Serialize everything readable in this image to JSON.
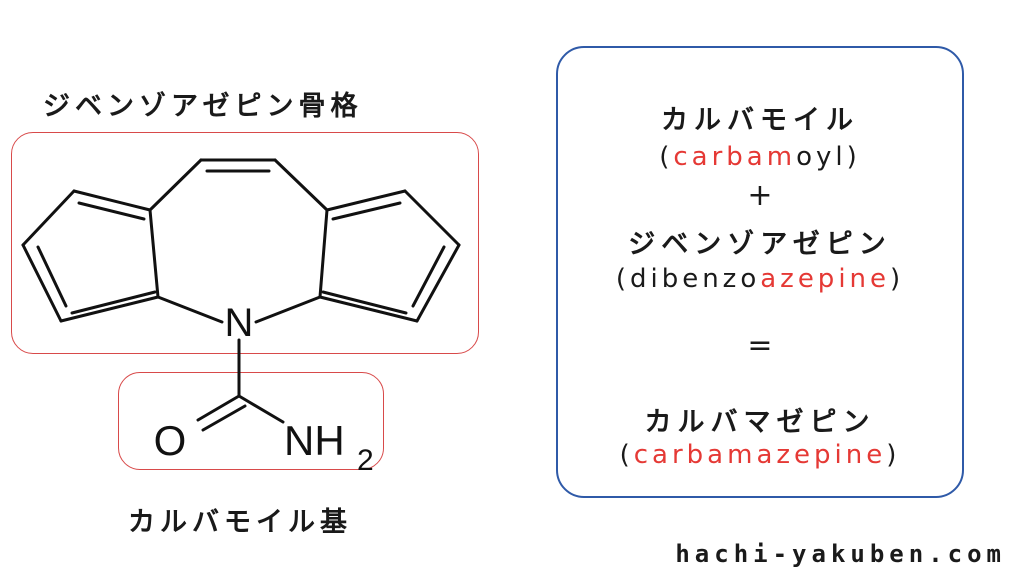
{
  "labels": {
    "skeleton": "ジベンゾアゼピン骨格",
    "group": "カルバモイル基"
  },
  "atoms": {
    "n": "N",
    "o": "O",
    "nh": "NH",
    "sub2": "2"
  },
  "panel": {
    "l1": "カルバモイル",
    "l2_open": "(",
    "l2_red": "carbam",
    "l2_black": "oyl",
    "l2_close": ")",
    "plus": "+",
    "l3": "ジベンゾアゼピン",
    "l4_open": "(",
    "l4_black": "dibenzo",
    "l4_red": "azepine",
    "l4_close": ")",
    "equals": "=",
    "l5": "カルバマゼピン",
    "l6_open": "(",
    "l6_red": "carbamazepine",
    "l6_close": ")"
  },
  "footer": "hachi-yakuben.com",
  "colors": {
    "frame_red": "#d84a4a",
    "frame_blue": "#2f5aa8",
    "highlight": "#e53935"
  }
}
